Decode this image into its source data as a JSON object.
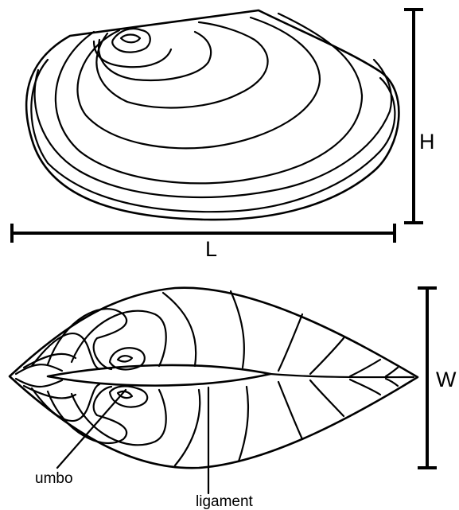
{
  "figure": {
    "labels": {
      "height": "H",
      "length": "L",
      "width": "W",
      "umbo": "umbo",
      "ligament": "ligament"
    },
    "colors": {
      "ink": "#000000",
      "background": "#ffffff"
    }
  }
}
